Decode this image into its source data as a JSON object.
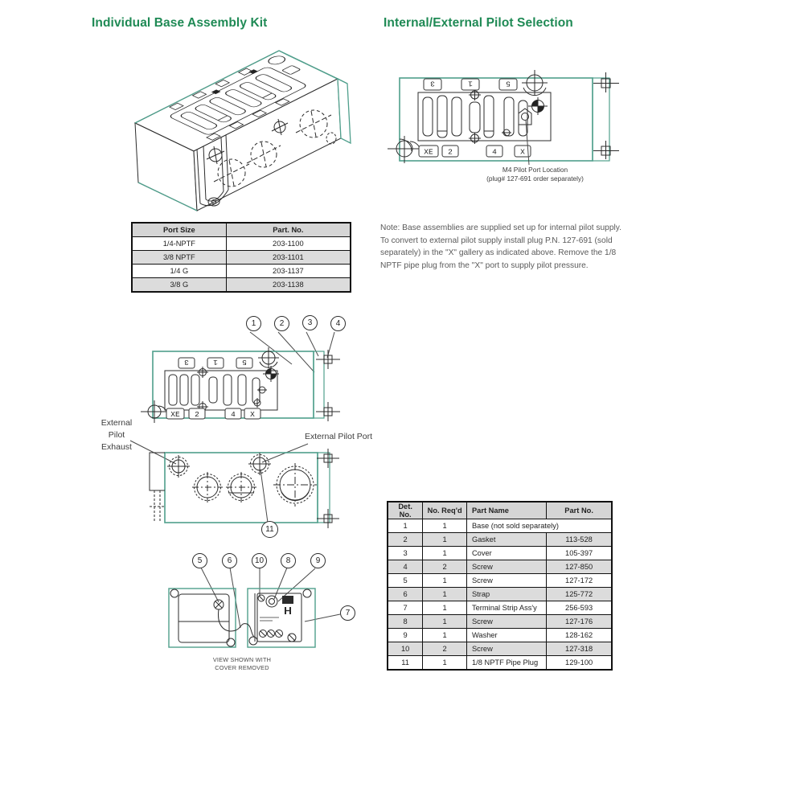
{
  "headings": {
    "left": "Individual Base Assembly Kit",
    "right": "Internal/External Pilot Selection"
  },
  "port_table": {
    "headers": [
      "Port Size",
      "Part. No."
    ],
    "rows": [
      [
        "1/4-NPTF",
        "203-1100"
      ],
      [
        "3/8 NPTF",
        "203-1101"
      ],
      [
        "1/4 G",
        "203-1137"
      ],
      [
        "3/8 G",
        "203-1138"
      ]
    ]
  },
  "note_text": "Note: Base assemblies are supplied set up for internal pilot supply. To convert to external pilot supply install plug P.N. 127-691 (sold separately) in the \"X\" gallery as indicated above. Remove the 1/8 NPTF pipe plug from the \"X\" port to supply pilot pressure.",
  "pilot_drawing": {
    "caption_line1": "M4 Pilot Port Location",
    "caption_line2": "(plug# 127-691 order separately)"
  },
  "gallery_labels": {
    "top": [
      "3",
      "1",
      "5"
    ],
    "bottom": [
      "XE",
      "2",
      "4",
      "X"
    ]
  },
  "assembly_drawing": {
    "callouts": [
      "1",
      "2",
      "3",
      "4"
    ],
    "pipe_plug_callout": "11",
    "exhaust_label": "External\nPilot\nExhaust",
    "port_label": "External Pilot Port"
  },
  "cover_drawing": {
    "callouts": [
      "5",
      "6",
      "10",
      "8",
      "9"
    ],
    "terminal_callout": "7",
    "caption_line1": "VIEW SHOWN WITH",
    "caption_line2": "COVER REMOVED"
  },
  "parts_table": {
    "headers": [
      "Det. No.",
      "No. Req'd",
      "Part Name",
      "Part No."
    ],
    "rows": [
      [
        "1",
        "1",
        "Base (not sold separately)",
        ""
      ],
      [
        "2",
        "1",
        "Gasket",
        "113-528"
      ],
      [
        "3",
        "1",
        "Cover",
        "105-397"
      ],
      [
        "4",
        "2",
        "Screw",
        "127-850"
      ],
      [
        "5",
        "1",
        "Screw",
        "127-172"
      ],
      [
        "6",
        "1",
        "Strap",
        "125-772"
      ],
      [
        "7",
        "1",
        "Terminal Strip Ass'y",
        "256-593"
      ],
      [
        "8",
        "1",
        "Screw",
        "127-176"
      ],
      [
        "9",
        "1",
        "Washer",
        "128-162"
      ],
      [
        "10",
        "2",
        "Screw",
        "127-318"
      ],
      [
        "11",
        "1",
        "1/8 NPTF Pipe Plug",
        "129-100"
      ]
    ]
  },
  "colors": {
    "heading_green": "#1f8a55",
    "drawing_teal": "#4f9f8c"
  }
}
